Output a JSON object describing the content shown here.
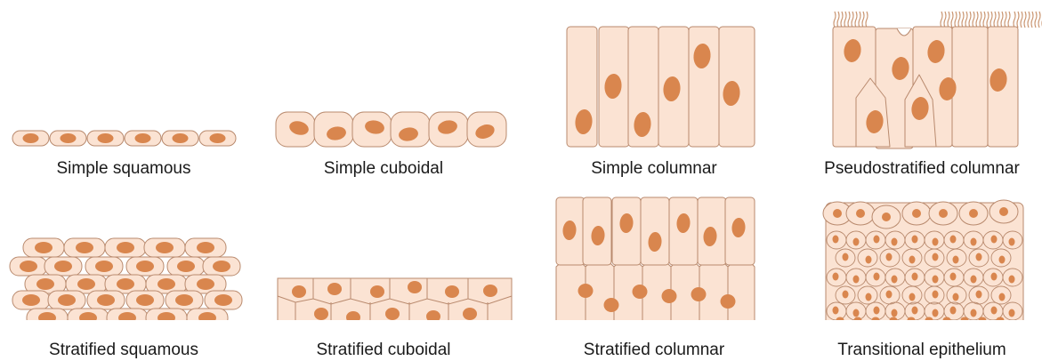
{
  "colors": {
    "cell_fill": "#FBE3D3",
    "cell_stroke": "#B98A6E",
    "nucleus_fill": "#D9864E",
    "cilia_stroke": "#C9946F"
  },
  "labels": {
    "simple_squamous": "Simple squamous",
    "simple_cuboidal": "Simple cuboidal",
    "simple_columnar": "Simple columnar",
    "pseudostratified_columnar": "Pseudostratified columnar",
    "stratified_squamous": "Stratified squamous",
    "stratified_cuboidal": "Stratified cuboidal",
    "stratified_columnar": "Stratified columnar",
    "transitional_epithelium": "Transitional epithelium"
  }
}
